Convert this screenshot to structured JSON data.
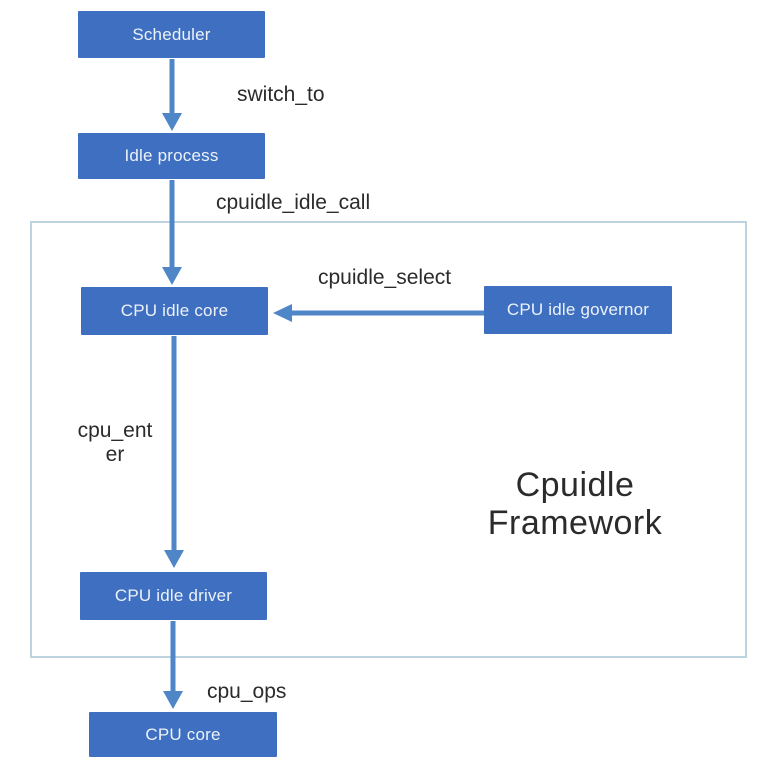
{
  "diagram": {
    "framework_label": "Cpuidle\nFramework",
    "nodes": [
      {
        "id": "scheduler",
        "label": "Scheduler"
      },
      {
        "id": "idle-process",
        "label": "Idle process"
      },
      {
        "id": "cpu-idle-core",
        "label": "CPU idle core"
      },
      {
        "id": "cpu-idle-governor",
        "label": "CPU idle governor"
      },
      {
        "id": "cpu-idle-driver",
        "label": "CPU idle driver"
      },
      {
        "id": "cpu-core",
        "label": "CPU core"
      }
    ],
    "edges": [
      {
        "from": "scheduler",
        "to": "idle-process",
        "label": "switch_to"
      },
      {
        "from": "idle-process",
        "to": "cpu-idle-core",
        "label": "cpuidle_idle_call"
      },
      {
        "from": "cpu-idle-governor",
        "to": "cpu-idle-core",
        "label": "cpuidle_select"
      },
      {
        "from": "cpu-idle-core",
        "to": "cpu-idle-driver",
        "label": "cpu_ent\ner"
      },
      {
        "from": "cpu-idle-driver",
        "to": "cpu-core",
        "label": "cpu_ops"
      }
    ],
    "colors": {
      "node_fill": "#3e6fc1",
      "node_text": "#edf2f9",
      "arrow": "#4f86c8",
      "frame_border": "#bdd3e0",
      "label_text": "#2b2b2b",
      "background": "#ffffff"
    }
  }
}
